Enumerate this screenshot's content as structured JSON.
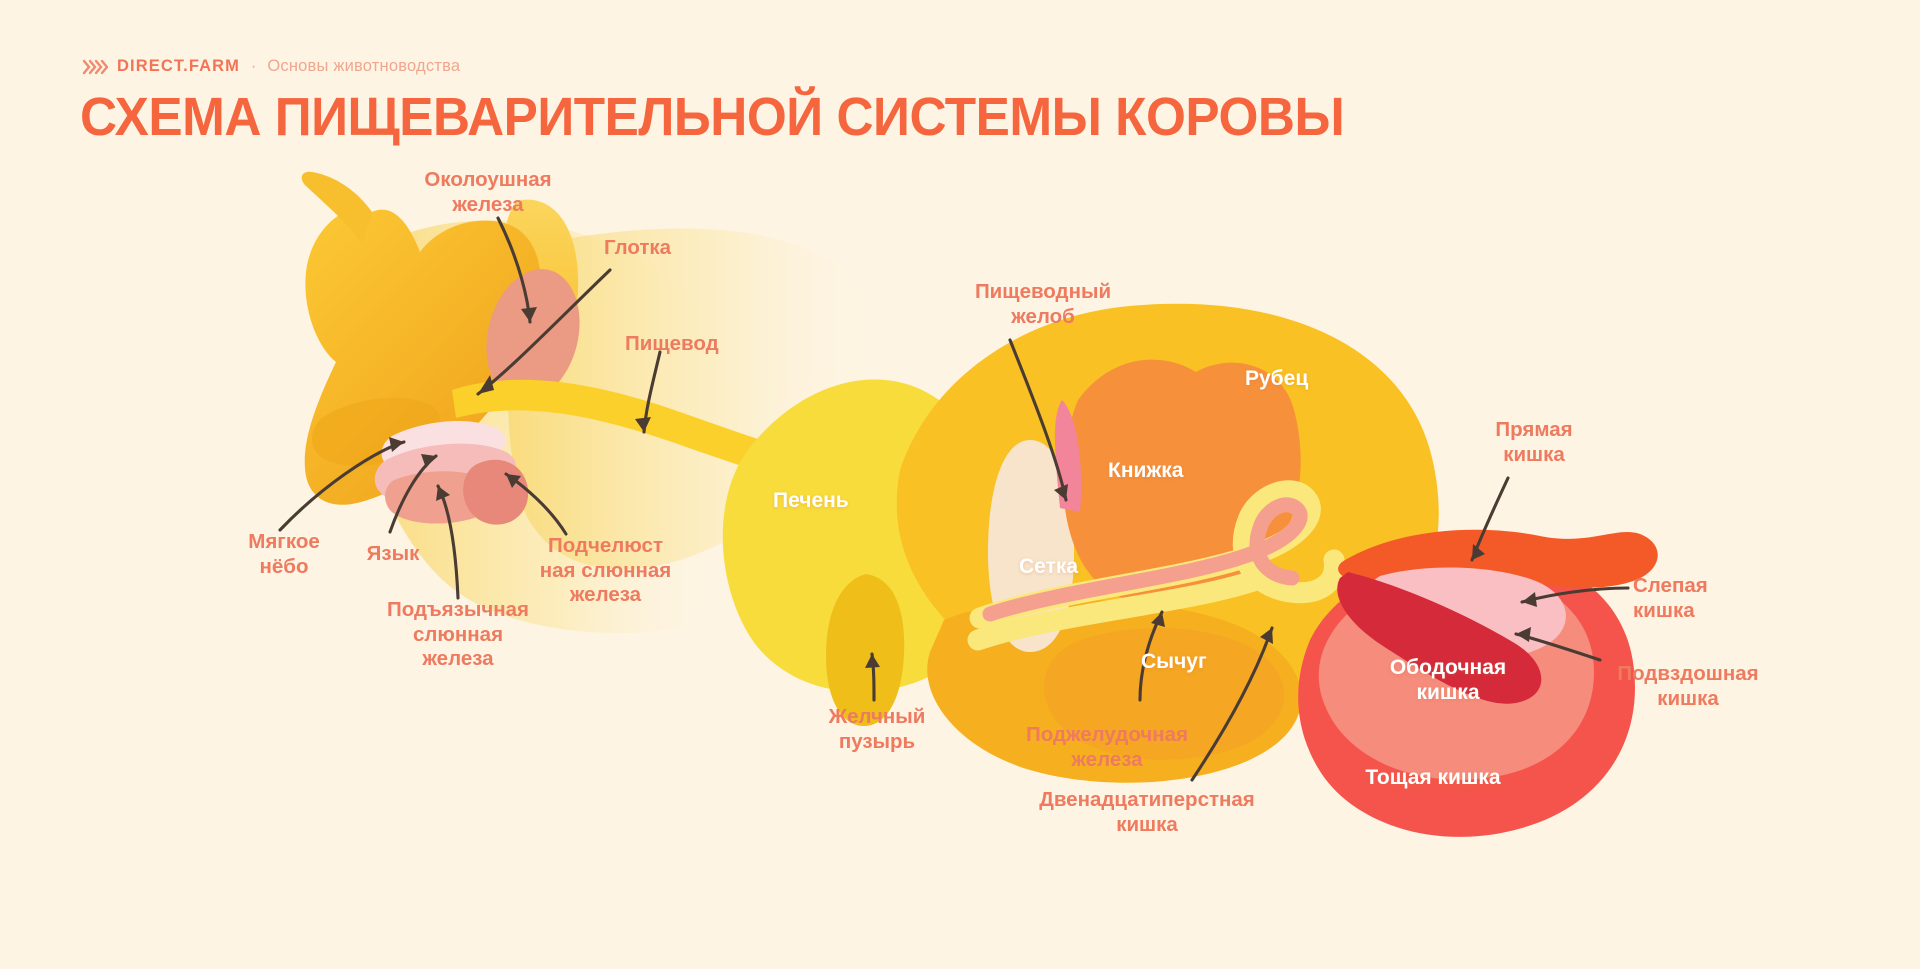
{
  "header": {
    "brand": "DIRECT.FARM",
    "separator": "·",
    "subtitle": "Основы животноводства",
    "logo_icon": "chevron-stack-icon"
  },
  "title": "СХЕМА ПИЩЕВАРИТЕЛЬНОЙ СИСТЕМЫ КОРОВЫ",
  "colors": {
    "background": "#FDF4E3",
    "title": "#F5653E",
    "brand": "#F27457",
    "subtitle": "#F0A68F",
    "label": "#EE7A5F",
    "label_on_organ": "#FFFFFF",
    "leader_line": "#4A3B33",
    "cow_body": "#F5B32E",
    "cow_body_light": "#FAD45E",
    "parotid_gland": "#EB9A83",
    "esophagus": "#FBD02B",
    "soft_palate": "#FBE0E2",
    "tongue": "#F6BCBA",
    "sublingual_gland": "#EFA08F",
    "submandibular_gland": "#E8887A",
    "liver": "#F8DC3C",
    "gallbladder": "#EFBE18",
    "rumen": "#F9C123",
    "reticulum": "#F7E4CB",
    "omasum": "#F6903A",
    "abomasum": "#F5A623",
    "esophageal_groove": "#F2859A",
    "duodenum": "#F5A08E",
    "pancreas": "#FBE87C",
    "colon": "#F58C7C",
    "jejunum": "#F5544C",
    "rectum": "#F45A28",
    "cecum": "#F9BFC3",
    "ileum": "#D42A3A"
  },
  "labels": [
    {
      "id": "parotid-gland",
      "text": "Околоушная\nжелеза"
    },
    {
      "id": "pharynx",
      "text": "Глотка"
    },
    {
      "id": "esophagus",
      "text": "Пищевод"
    },
    {
      "id": "soft-palate",
      "text": "Мягкое\nнёбо"
    },
    {
      "id": "tongue",
      "text": "Язык"
    },
    {
      "id": "sublingual-gland",
      "text": "Подъязычная\nслюнная\nжелеза"
    },
    {
      "id": "submandibular-gland",
      "text": "Подчелюст\nная слюнная\nжелеза"
    },
    {
      "id": "liver",
      "text": "Печень"
    },
    {
      "id": "gallbladder",
      "text": "Желчный\nпузырь"
    },
    {
      "id": "esophageal-groove",
      "text": "Пищеводный\nжелоб"
    },
    {
      "id": "rumen",
      "text": "Рубец"
    },
    {
      "id": "omasum",
      "text": "Книжка"
    },
    {
      "id": "reticulum",
      "text": "Сетка"
    },
    {
      "id": "abomasum",
      "text": "Сычуг"
    },
    {
      "id": "pancreas",
      "text": "Поджелудочная\nжелеза"
    },
    {
      "id": "duodenum",
      "text": "Двенадцатиперстная\nкишка"
    },
    {
      "id": "rectum",
      "text": "Прямая\nкишка"
    },
    {
      "id": "cecum",
      "text": "Слепая\nкишка"
    },
    {
      "id": "ileum",
      "text": "Подвздошная\nкишка"
    },
    {
      "id": "colon",
      "text": "Ободочная\nкишка"
    },
    {
      "id": "jejunum",
      "text": "Тощая кишка"
    }
  ]
}
